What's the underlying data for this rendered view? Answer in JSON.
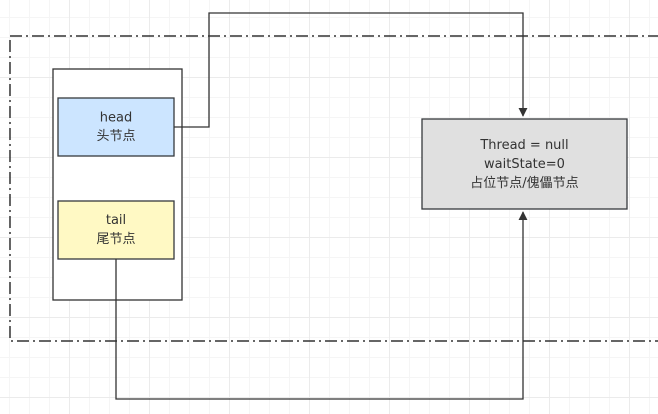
{
  "colors": {
    "head_fill": "#cce5ff",
    "head_stroke": "#36393d",
    "tail_fill": "#fff9c4",
    "tail_stroke": "#36393d",
    "placeholder_fill": "#e0e0e0",
    "placeholder_stroke": "#36393d",
    "line": "#333333",
    "dashed_border": "#333333"
  },
  "nodes": {
    "head": {
      "line1": "head",
      "line2": "头节点"
    },
    "tail": {
      "line1": "tail",
      "line2": "尾节点"
    },
    "placeholder": {
      "line1": "Thread = null",
      "line2": "waitState=0",
      "line3": "占位节点/傀儡节点"
    }
  }
}
